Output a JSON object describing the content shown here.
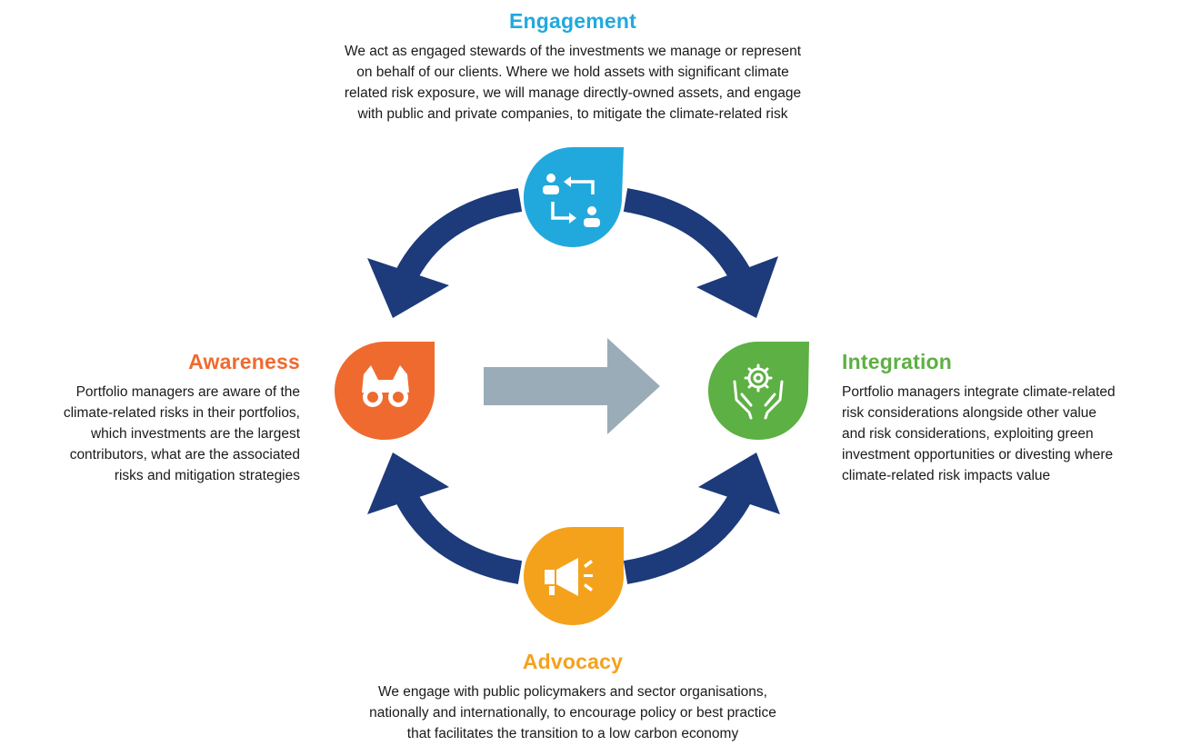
{
  "colors": {
    "cycle_arrow": "#1d3a7a",
    "center_arrow": "#9aacb7",
    "engagement": "#21a9de",
    "integration": "#5db043",
    "advocacy": "#f4a21c",
    "awareness": "#ef6a2f"
  },
  "engagement": {
    "title": "Engagement",
    "lines": [
      "We act as engaged stewards of the investments we manage or represent",
      "on behalf of our clients. Where we hold assets with significant climate",
      "related risk exposure, we will manage directly-owned assets, and engage",
      "with public and private companies, to mitigate the climate-related risk"
    ],
    "icon": "people-exchange-icon"
  },
  "awareness": {
    "title": "Awareness",
    "lines": [
      "Portfolio managers are aware of the",
      "climate-related risks in their portfolios,",
      "which investments are the largest",
      "contributors, what are the associated",
      "risks and mitigation strategies"
    ],
    "icon": "binoculars-icon"
  },
  "integration": {
    "title": "Integration",
    "lines": [
      "Portfolio managers integrate climate-related",
      "risk considerations alongside other value",
      "and risk considerations, exploiting green",
      "investment opportunities or divesting where",
      "climate-related risk impacts value"
    ],
    "icon": "hands-gear-icon"
  },
  "advocacy": {
    "title": "Advocacy",
    "lines": [
      "We engage with public policymakers and sector organisations,",
      "nationally and internationally, to encourage policy or best practice",
      "that facilitates the transition to a low carbon economy"
    ],
    "icon": "megaphone-icon"
  }
}
